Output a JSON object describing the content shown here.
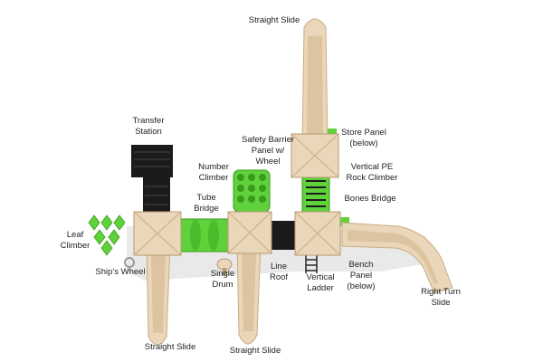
{
  "colors": {
    "tan": "#ead6b8",
    "tan_shadow": "#c9ad86",
    "tan_dark": "#b8996f",
    "green": "#5ed13b",
    "green_dark": "#3a9a1e",
    "black": "#1b1b1b",
    "gray": "#9a9a9a"
  },
  "labels": {
    "straight_slide_top": "Straight Slide",
    "transfer_station": "Transfer\nStation",
    "store_panel": "Store Panel\n(below)",
    "safety_barrier": "Safety Barrier\nPanel w/\nWheel",
    "number_climber": "Number\nClimber",
    "vertical_pe": "Vertical PE\nRock Climber",
    "tube_bridge": "Tube\nBridge",
    "bones_bridge": "Bones Bridge",
    "leaf_climber": "Leaf\nClimber",
    "ships_wheel": "Ship's Wheel",
    "single_drum": "Single\nDrum",
    "line_roof": "Line\nRoof",
    "vertical_ladder": "Vertical\nLadder",
    "bench_panel": "Bench\nPanel\n(below)",
    "right_turn_slide": "Right Turn\nSlide",
    "straight_slide_left": "Straight Slide",
    "straight_slide_mid": "Straight Slide"
  }
}
